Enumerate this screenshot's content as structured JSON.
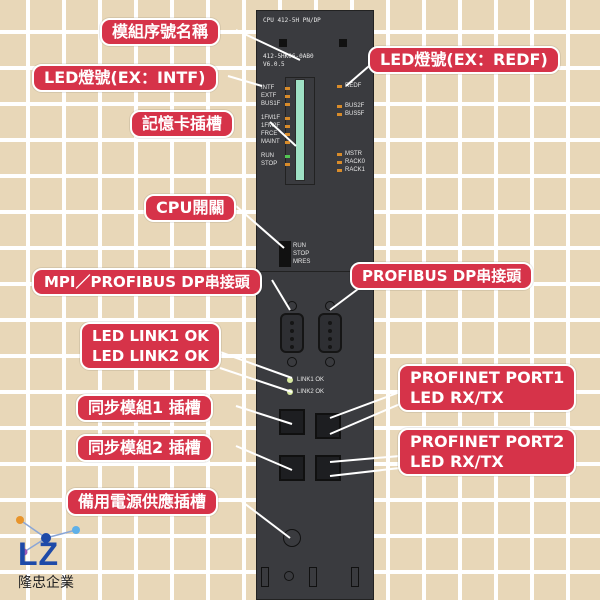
{
  "module": {
    "model": "CPU 412-5H PN/DP",
    "order_number": "412-5HK06-0AB0",
    "version": "V6.0.5",
    "left_leds": [
      {
        "label": "INTF",
        "color": "#d98c2a"
      },
      {
        "label": "EXTF",
        "color": "#d98c2a"
      },
      {
        "label": "BUS1F",
        "color": "#d98c2a"
      },
      {
        "label": "1FM1F",
        "color": "#d98c2a"
      },
      {
        "label": "1FM2F",
        "color": "#d98c2a"
      },
      {
        "label": "FRCE",
        "color": "#d98c2a"
      },
      {
        "label": "MAINT",
        "color": "#d98c2a"
      },
      {
        "label": "RUN",
        "color": "#53c653"
      },
      {
        "label": "STOP",
        "color": "#d98c2a"
      }
    ],
    "right_leds_top": [
      {
        "label": "REDF",
        "color": "#d98c2a"
      },
      {
        "label": "BUS2F",
        "color": "#d98c2a"
      },
      {
        "label": "BUS5F",
        "color": "#d98c2a"
      }
    ],
    "right_leds_bottom": [
      {
        "label": "MSTR",
        "color": "#d98c2a"
      },
      {
        "label": "RACK0",
        "color": "#d98c2a"
      },
      {
        "label": "RACK1",
        "color": "#d98c2a"
      }
    ],
    "switch_positions": [
      "RUN",
      "STOP",
      "MRES"
    ],
    "link_leds": [
      "LINK1 OK",
      "LINK2 OK"
    ]
  },
  "callouts": {
    "module_name": "模組序號名稱",
    "led_intf": "LED燈號(EX：INTF)",
    "led_redf": "LED燈號(EX：REDF)",
    "memory_card": "記憶卡插槽",
    "cpu_switch": "CPU開關",
    "mpi_profibus": "MPI／PROFIBUS DP串接頭",
    "profibus_dp": "PROFIBUS DP串接頭",
    "led_link_1": "LED LINK1 OK",
    "led_link_2": "LED LINK2 OK",
    "sync_module_1": "同步模組1 插槽",
    "sync_module_2": "同步模組2 插槽",
    "port1_line1": "PROFINET PORT1",
    "port1_line2": "LED RX/TX",
    "port2_line1": "PROFINET PORT2",
    "port2_line2": "LED RX/TX",
    "backup_power": "備用電源供應插槽"
  },
  "logo": {
    "mark": "LZ",
    "company": "隆忠企業",
    "brand_color": "#1e4aa8",
    "callout_color": "#d63349"
  }
}
